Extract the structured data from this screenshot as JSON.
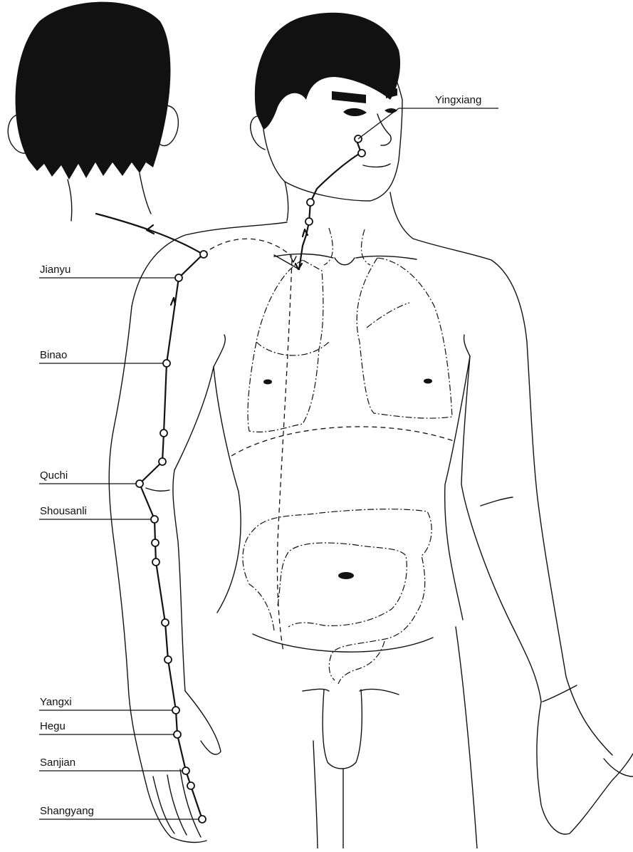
{
  "diagram": {
    "labels": {
      "yingxiang": "Yingxiang",
      "jianyu": "Jianyu",
      "binao": "Binao",
      "quchi": "Quchi",
      "shousanli": "Shousanli",
      "yangxi": "Yangxi",
      "hegu": "Hegu",
      "sanjian": "Sanjian",
      "shangyang": "Shangyang"
    }
  }
}
